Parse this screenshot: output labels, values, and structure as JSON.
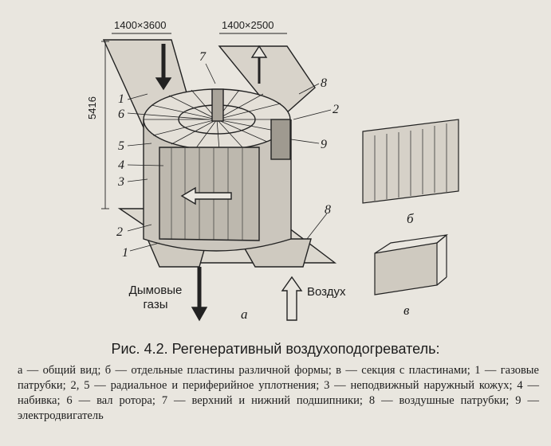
{
  "figure": {
    "dimension_top_left": "1400×3600",
    "dimension_top_right": "1400×2500",
    "dimension_height": "5416",
    "part_numbers": [
      "1",
      "2",
      "3",
      "4",
      "5",
      "6",
      "7",
      "8",
      "9"
    ],
    "flow_out": "Дымовые газы",
    "flow_in": "Воздух",
    "sub_a": "а",
    "sub_b": "б",
    "sub_v": "в"
  },
  "caption": {
    "title": "Рис. 4.2. Регенеративный воздухоподогреватель:",
    "legend": "а — общий вид; б — отдельные пластины различной формы; в — секция с пластинами; 1 — газовые патрубки; 2, 5 — радиальное и периферийное уплотнения; 3 — неподвижный наружный кожух; 4 — набивка; 6 — вал ротора; 7 — верхний и нижний подшипники; 8 — воздушные патрубки; 9 — электродвигатель"
  }
}
